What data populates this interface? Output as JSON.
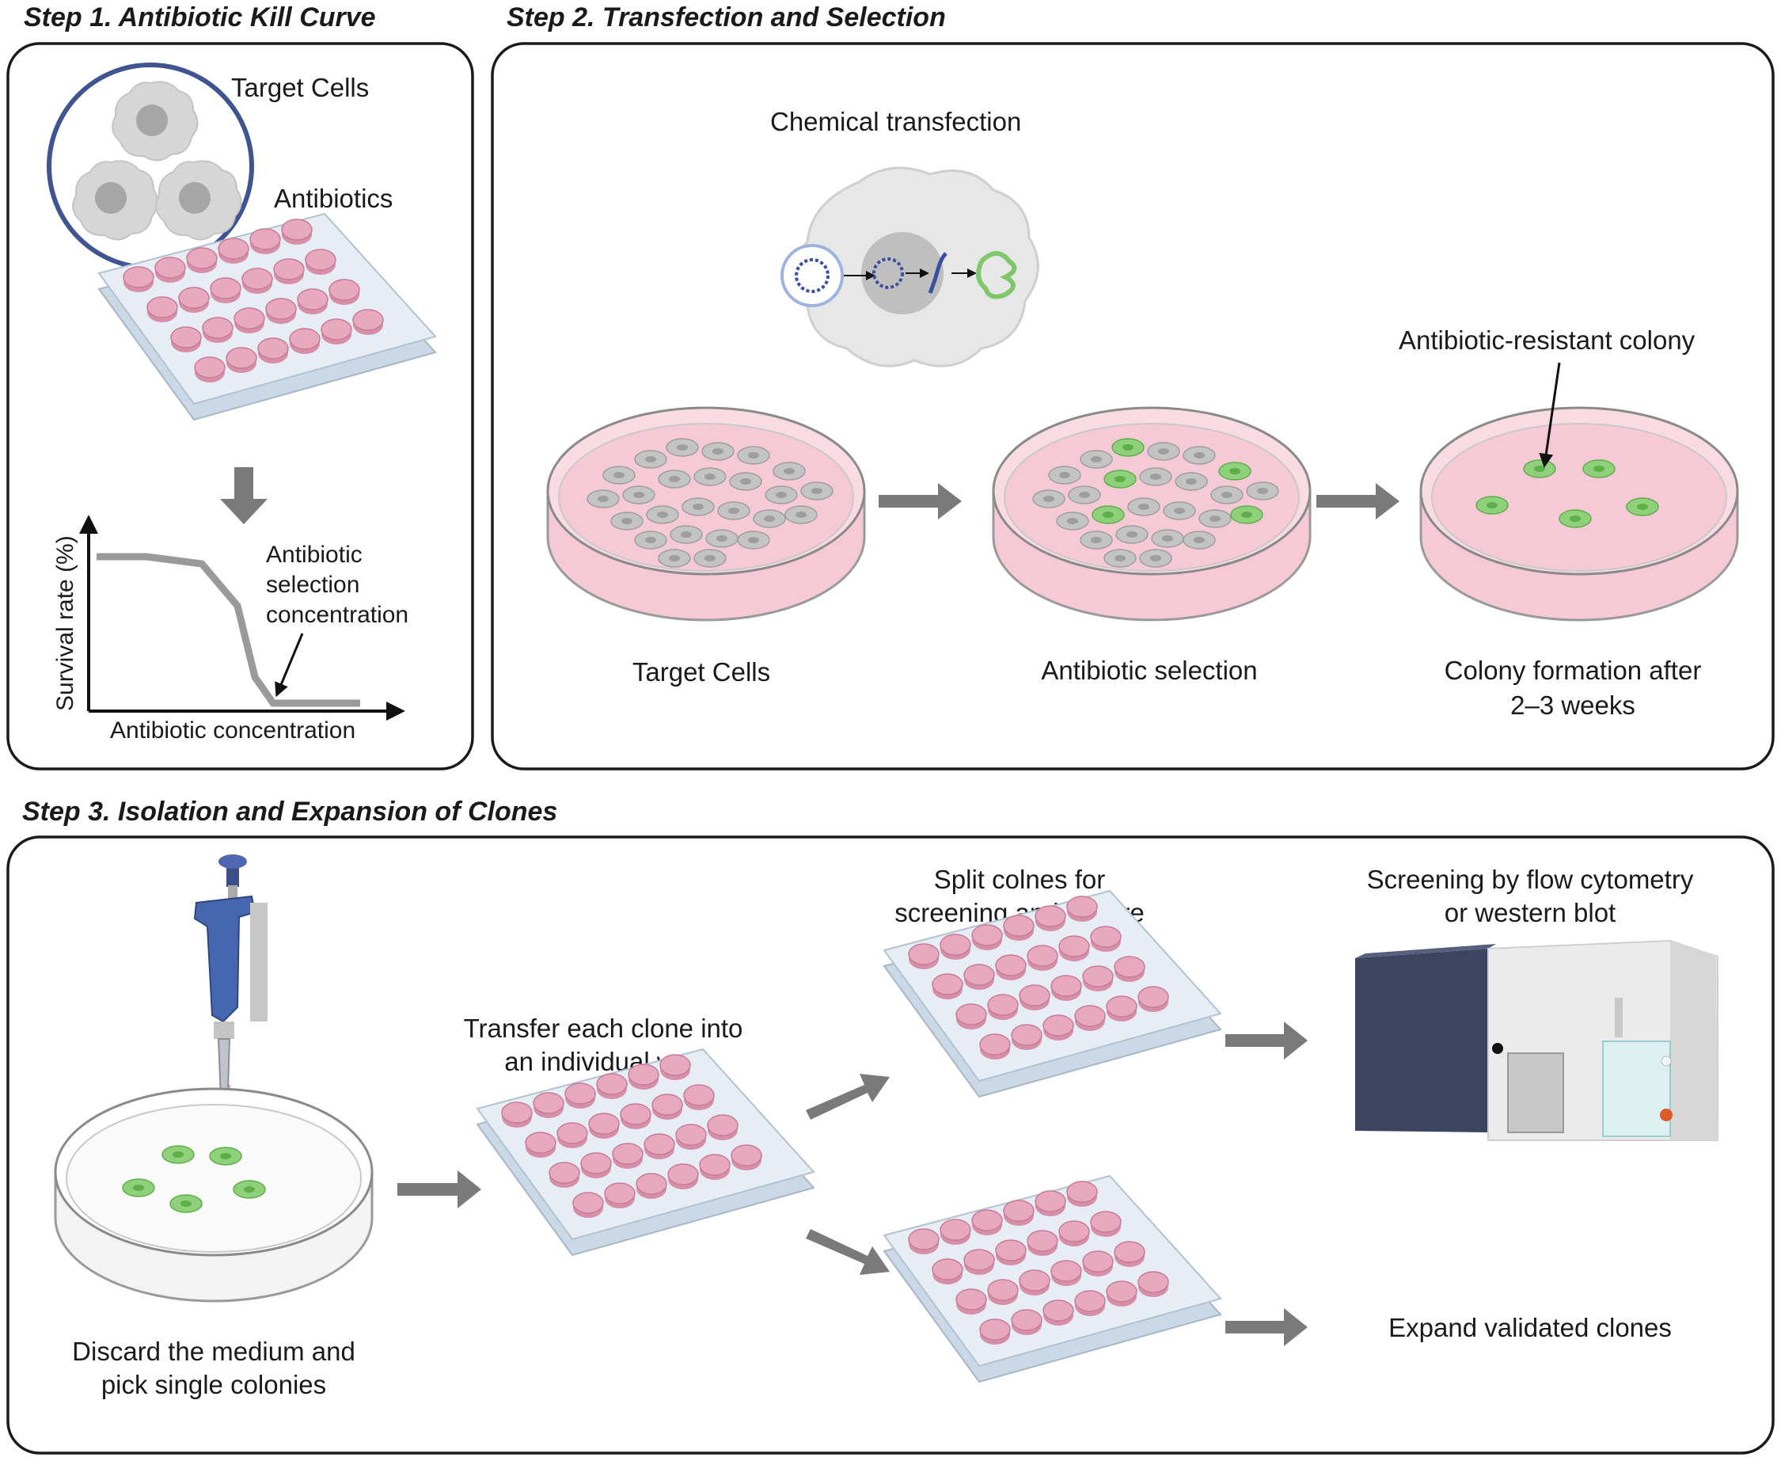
{
  "step1": {
    "title": "Step 1. Antibiotic Kill Curve",
    "target_cells_label": "Target Cells",
    "antibiotics_label": "Antibiotics",
    "selection_label": [
      "Antibiotic",
      "selection",
      "concentration"
    ],
    "curve": {
      "ylabel": "Survival rate (%)",
      "xlabel": "Antibiotic concentration",
      "colors": {
        "line": "#9a9a9a",
        "axis": "#111111"
      }
    }
  },
  "step2": {
    "title": "Step 2. Transfection and Selection",
    "chemical_label": "Chemical transfection",
    "resistant_label": "Antibiotic-resistant colony",
    "dish_labels": {
      "target": "Target Cells",
      "selection": "Antibiotic selection",
      "colony_line1": "Colony formation after",
      "colony_line2": "2–3 weeks"
    }
  },
  "step3": {
    "title": "Step 3. Isolation and Expansion of Clones",
    "pick_line1": "Discard the medium and",
    "pick_line2": "pick single colonies",
    "transfer_line1": "Transfer each clone into",
    "transfer_line2": "an individual well",
    "split_line1": "Split colnes for",
    "split_line2": "screening and culture",
    "screen_line1": "Screening by flow cytometry",
    "screen_line2": "or western blot",
    "expand_label": "Expand validated clones"
  },
  "colors": {
    "medium_pink": "#f6c9d6",
    "well_pink": "#e8a9bf",
    "colony_green": "#8fd07a",
    "cell_gray": "#b8b8b8",
    "arrow_gray": "#7a7a7a",
    "instrument_navy": "#3c4560"
  }
}
